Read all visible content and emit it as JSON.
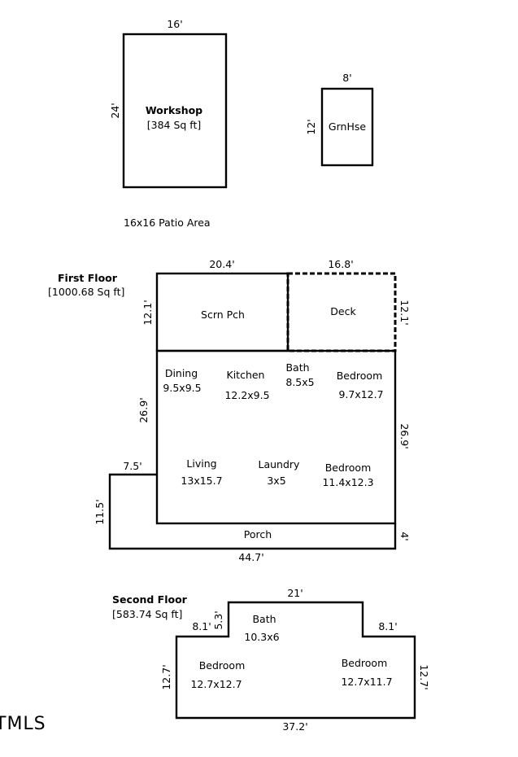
{
  "workshop": {
    "name": "Workshop",
    "area": "[384 Sq ft]",
    "width": "16'",
    "length": "24'"
  },
  "greenhouse": {
    "name": "GrnHse",
    "width": "8'",
    "length": "12'"
  },
  "patio": "16x16 Patio Area",
  "first_floor": {
    "title": "First Floor",
    "area": "[1000.68 Sq ft]",
    "dims": {
      "top_left": "20.4'",
      "top_right": "16.8'",
      "left_upper": "12.1'",
      "right_upper": "12.1'",
      "left_main": "26.9'",
      "right_main": "26.9'",
      "porch_ext": "7.5'",
      "porch_side": "11.5'",
      "porch_depth": "4'",
      "bottom": "44.7'"
    },
    "rooms": {
      "scrn_pch": "Scrn Pch",
      "deck": "Deck",
      "dining": {
        "name": "Dining",
        "size": "9.5x9.5"
      },
      "kitchen": {
        "name": "Kitchen",
        "size": "12.2x9.5"
      },
      "bath": {
        "name": "Bath",
        "size": "8.5x5"
      },
      "bedroom1": {
        "name": "Bedroom",
        "size": "9.7x12.7"
      },
      "living": {
        "name": "Living",
        "size": "13x15.7"
      },
      "laundry": {
        "name": "Laundry",
        "size": "3x5"
      },
      "bedroom2": {
        "name": "Bedroom",
        "size": "11.4x12.3"
      },
      "porch": "Porch"
    }
  },
  "second_floor": {
    "title": "Second Floor",
    "area": "[583.74 Sq ft]",
    "dims": {
      "top": "21'",
      "step_left": "8.1'",
      "step_right": "8.1'",
      "step_height": "5.3'",
      "left": "12.7'",
      "right": "12.7'",
      "bottom": "37.2'"
    },
    "rooms": {
      "bath": {
        "name": "Bath",
        "size": "10.3x6"
      },
      "bedroom1": {
        "name": "Bedroom",
        "size": "12.7x12.7"
      },
      "bedroom2": {
        "name": "Bedroom",
        "size": "12.7x11.7"
      }
    }
  },
  "logo": "TMLS"
}
